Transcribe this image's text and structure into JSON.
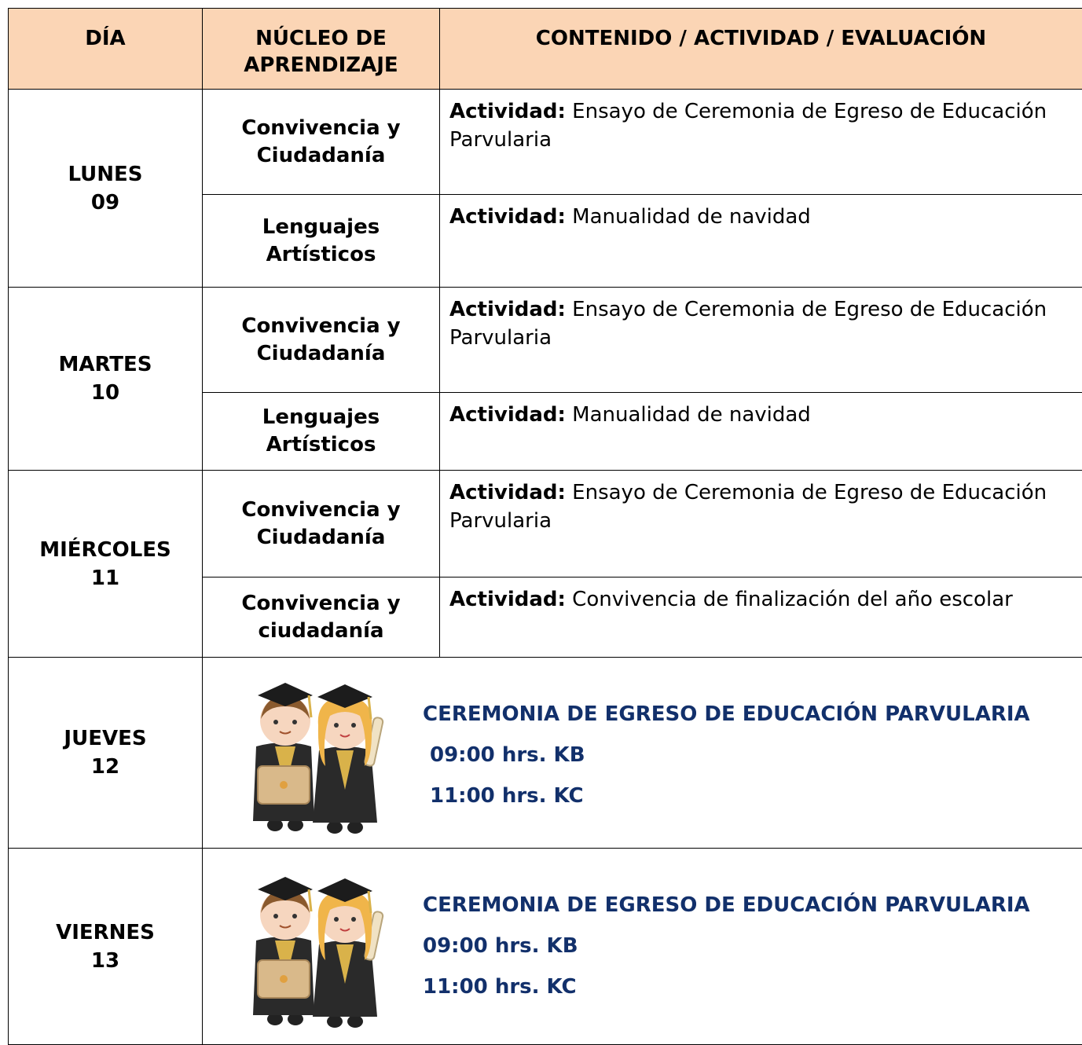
{
  "header": {
    "col_day": "DÍA",
    "col_nucleo": "NÚCLEO DE APRENDIZAJE",
    "col_contenido": "CONTENIDO / ACTIVIDAD / EVALUACIÓN"
  },
  "rows": [
    {
      "day": "LUNES",
      "num": "09",
      "items": [
        {
          "nucleo_1": "Convivencia y",
          "nucleo_2": "Ciudadanía",
          "label": "Actividad:",
          "text": "Ensayo de Ceremonia de Egreso de Educación Parvularia"
        },
        {
          "nucleo_1": "Lenguajes",
          "nucleo_2": "Artísticos",
          "label": "Actividad:",
          "text": "Manualidad de navidad"
        }
      ]
    },
    {
      "day": "MARTES",
      "num": "10",
      "items": [
        {
          "nucleo_1": "Convivencia y",
          "nucleo_2": "Ciudadanía",
          "label": "Actividad:",
          "text": "Ensayo de Ceremonia de Egreso de Educación Parvularia"
        },
        {
          "nucleo_1": "Lenguajes",
          "nucleo_2": "Artísticos",
          "label": "Actividad:",
          "text": "Manualidad de navidad"
        }
      ]
    },
    {
      "day": "MIÉRCOLES",
      "num": "11",
      "items": [
        {
          "nucleo_1": "Convivencia y",
          "nucleo_2": "Ciudadanía",
          "label": "Actividad:",
          "text": "Ensayo de Ceremonia de Egreso de Educación Parvularia"
        },
        {
          "nucleo_1": "Convivencia y",
          "nucleo_2": "ciudadanía",
          "label": "Actividad:",
          "text": "Convivencia de finalización del año escolar"
        }
      ]
    }
  ],
  "ceremony_days": [
    {
      "day": "JUEVES",
      "num": "12",
      "title": "CEREMONIA DE EGRESO DE EDUCACIÓN PARVULARIA",
      "time_1": "09:00 hrs. KB",
      "time_2": "11:00 hrs. KC"
    },
    {
      "day": "VIERNES",
      "num": "13",
      "title": "CEREMONIA DE EGRESO DE EDUCACIÓN PARVULARIA",
      "time_1": "09:00 hrs. KB",
      "time_2": "11:00 hrs. KC"
    }
  ],
  "colors": {
    "header_bg": "#fbd5b5",
    "ceremony_text": "#12306b"
  },
  "icons": {
    "ceremony_image": "graduate-children-illustration"
  }
}
